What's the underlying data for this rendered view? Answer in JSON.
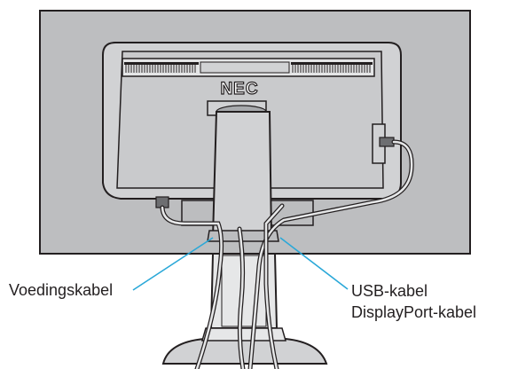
{
  "brand": "NEC",
  "labels": {
    "power_cable": "Voedingskabel",
    "usb_cable": "USB-kabel",
    "displayport_cable": "DisplayPort-kabel"
  },
  "colors": {
    "panel_background": "#bdbec0",
    "monitor_body": "#d1d2d4",
    "outline": "#231f20",
    "leader_line": "#2aa8d8",
    "text": "#231f20"
  }
}
